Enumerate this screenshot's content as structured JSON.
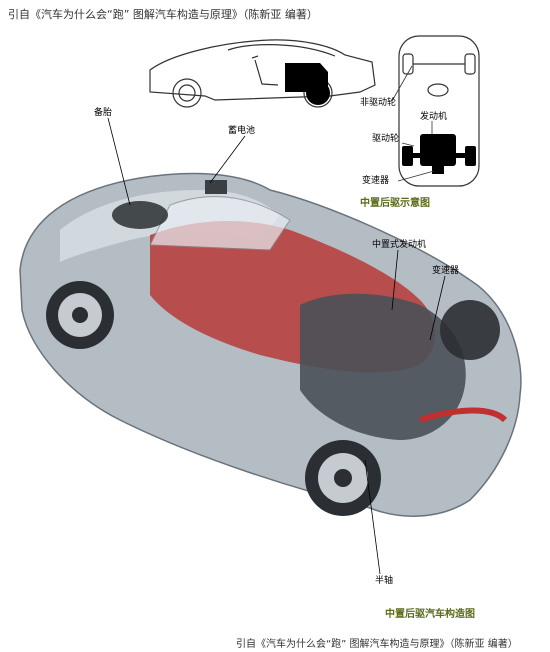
{
  "source_top": "引自《汽车为什么会“跑” 图解汽车构造与原理》（陈新亚 编著）",
  "source_bottom": "引自《汽车为什么会“跑” 图解汽车构造与原理》（陈新亚 编著）",
  "schematic": {
    "labels": {
      "non_drive_wheel": "非驱动轮",
      "engine": "发动机",
      "drive_wheel": "驱动轮",
      "transmission": "变速器"
    },
    "caption": "中置后驱示意图"
  },
  "cutaway": {
    "labels": {
      "spare_tire": "备胎",
      "battery": "蓄电池",
      "mid_engine": "中置式发动机",
      "transmission": "变速器",
      "half_shaft": "半轴"
    },
    "caption": "中置后驱汽车构造图"
  },
  "colors": {
    "caption": "#5a6b1c",
    "interior": "#b83a3a",
    "body": "#aab2bb"
  }
}
